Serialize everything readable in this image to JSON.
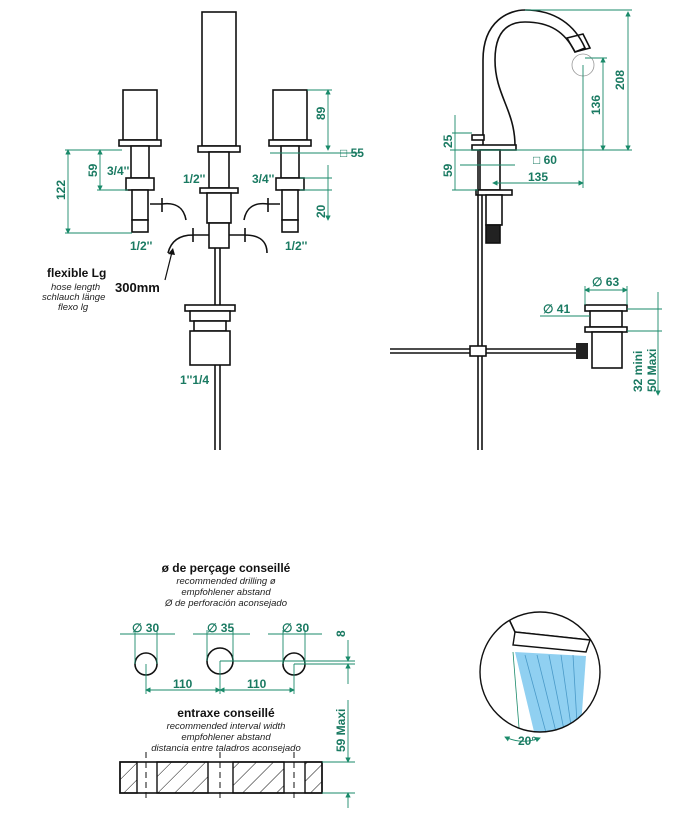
{
  "front_view": {
    "dim_89": "89",
    "dim_55": "□ 55",
    "dim_20": "20",
    "dim_122": "122",
    "dim_59": "59",
    "thread_left_top": "3/4''",
    "thread_center": "1/2''",
    "thread_right_top": "3/4''",
    "thread_left_bottom": "1/2''",
    "thread_right_bottom": "1/2''",
    "hose_title": "flexible Lg",
    "hose_en": "hose length",
    "hose_de": "schlauch länge",
    "hose_es": "flexo lg",
    "hose_length": "300mm",
    "drain_thread": "1''1/4"
  },
  "side_view": {
    "dim_208": "208",
    "dim_136": "136",
    "dim_25": "25",
    "dim_59": "59",
    "dim_60": "□ 60",
    "dim_135": "135",
    "dim_63": "∅ 63",
    "dim_41": "∅ 41",
    "dim_32": "32  mini",
    "dim_50": "50 Maxi"
  },
  "drilling": {
    "title": "ø de perçage conseillé",
    "en": "recommended drilling ø",
    "de": "empfohlener abstand",
    "es": "Ø de perforación aconsejado",
    "hole_left": "∅ 30",
    "hole_center": "∅ 35",
    "hole_right": "∅ 30",
    "spacing_left": "110",
    "spacing_right": "110",
    "offset": "8"
  },
  "interval": {
    "title": "entraxe conseillé",
    "en": "recommended interval width",
    "de": "empfohlener abstand",
    "es": "distancia entre taladros aconsejado",
    "max_thickness": "59 Maxi"
  },
  "detail": {
    "angle": "20°"
  },
  "colors": {
    "dimension": "#1a8a6a",
    "stream": "#7cc8ee"
  }
}
